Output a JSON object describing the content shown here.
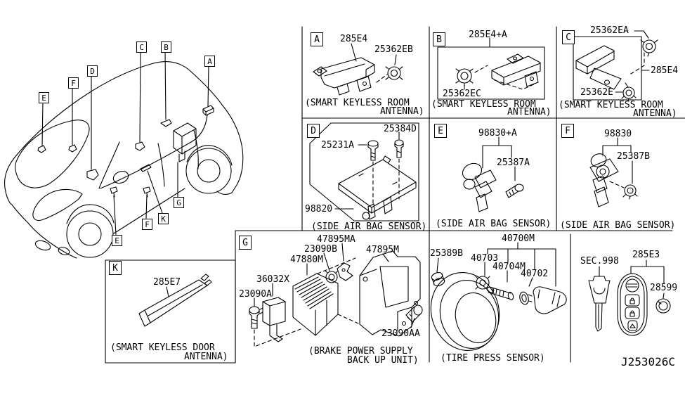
{
  "colors": {
    "ink": "#000000",
    "paper": "#ffffff"
  },
  "diagram_code": "J253026C",
  "car": {
    "callouts": {
      "a": "A",
      "b": "B",
      "c": "C",
      "d": "D",
      "e_upper": "E",
      "f_upper": "F",
      "e_lower": "E",
      "f_lower": "F",
      "g": "G",
      "k": "K"
    }
  },
  "panels": {
    "a": {
      "letter": "A",
      "parts": {
        "antenna": "285E4",
        "grommet": "25362EB"
      },
      "caption": {
        "line1": "(SMART KEYLESS ROOM",
        "line2": "ANTENNA)"
      }
    },
    "b": {
      "letter": "B",
      "parts": {
        "antenna": "285E4+A",
        "grommet": "25362EC"
      },
      "caption": {
        "line1": "(SMART KEYLESS ROOM",
        "line2": "ANTENNA)"
      }
    },
    "c": {
      "letter": "C",
      "parts": {
        "grommet_a": "25362EA",
        "antenna": "285E4",
        "grommet_b": "25362E"
      },
      "caption": {
        "line1": "(SMART KEYLESS ROOM",
        "line2": "ANTENNA)"
      }
    },
    "d": {
      "letter": "D",
      "parts": {
        "bolt_a": "25231A",
        "bolt_b": "25384D",
        "module": "98820"
      },
      "caption": {
        "line1": "(SIDE AIR BAG SENSOR)"
      }
    },
    "e": {
      "letter": "E",
      "parts": {
        "sensor": "98830+A",
        "bolt": "25387A"
      },
      "caption": {
        "line1": "(SIDE AIR BAG SENSOR)"
      }
    },
    "f": {
      "letter": "F",
      "parts": {
        "sensor": "98830",
        "nut": "25387B"
      },
      "caption": {
        "line1": "(SIDE AIR BAG SENSOR)"
      }
    },
    "g": {
      "letter": "G",
      "parts": {
        "bolt_front": "23090A",
        "bracket_sub": "36032X",
        "unit": "47880M",
        "grommet": "23090B",
        "bracket_small": "47895MA",
        "bracket_main": "47895M",
        "bolt_rear": "23090AA"
      },
      "caption": {
        "line1": "(BRAKE POWER SUPPLY",
        "line2": "BACK UP UNIT)"
      }
    },
    "k": {
      "letter": "K",
      "parts": {
        "antenna": "285E7"
      },
      "caption": {
        "line1": "(SMART KEYLESS DOOR",
        "line2": "ANTENNA)"
      }
    },
    "tire": {
      "parts": {
        "assembly": "40700M",
        "cap": "25389B",
        "nut": "40703",
        "valve": "40704M",
        "washer": "40702"
      },
      "caption": {
        "line1": "(TIRE PRESS SENSOR)"
      }
    },
    "key": {
      "sec_ref": "SEC.998",
      "parts": {
        "fob": "285E3",
        "battery": "28599"
      }
    }
  }
}
